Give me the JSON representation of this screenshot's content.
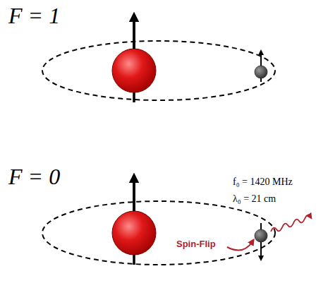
{
  "diagram": {
    "labels": [
      "F = 1",
      "F = 0",
      "f₀ = 1420 MHz",
      "λ₀ = 21 cm",
      "Spin-Flip"
    ]
  }
}
